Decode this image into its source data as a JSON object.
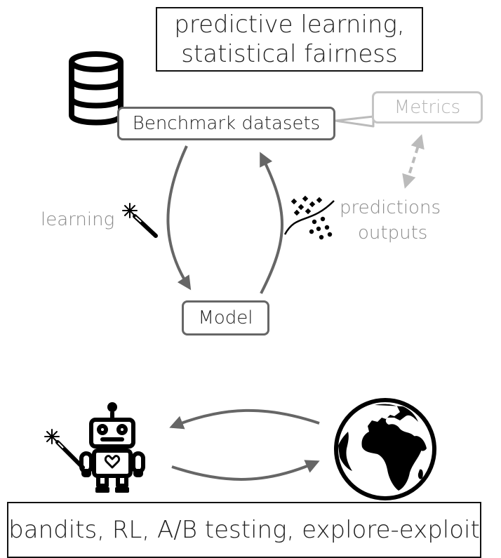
{
  "top_caption": {
    "line1": "predictive learning,",
    "line2": "statistical fairness"
  },
  "nodes": {
    "benchmark_datasets": "Benchmark datasets",
    "metrics": "Metrics",
    "model": "Model"
  },
  "edge_labels": {
    "learning": "learning",
    "predictions": "predictions",
    "outputs": "outputs"
  },
  "bottom_caption": "bandits, RL, A/B testing, explore-exploit",
  "icons": [
    "database-icon",
    "magic-wand-icon",
    "scatter-plot-icon",
    "robot-icon",
    "globe-icon"
  ],
  "colors": {
    "dark": "#666666",
    "light": "#b3b3b3",
    "text": "#222222",
    "muted": "#8a8a8a",
    "icon": "#000000"
  }
}
